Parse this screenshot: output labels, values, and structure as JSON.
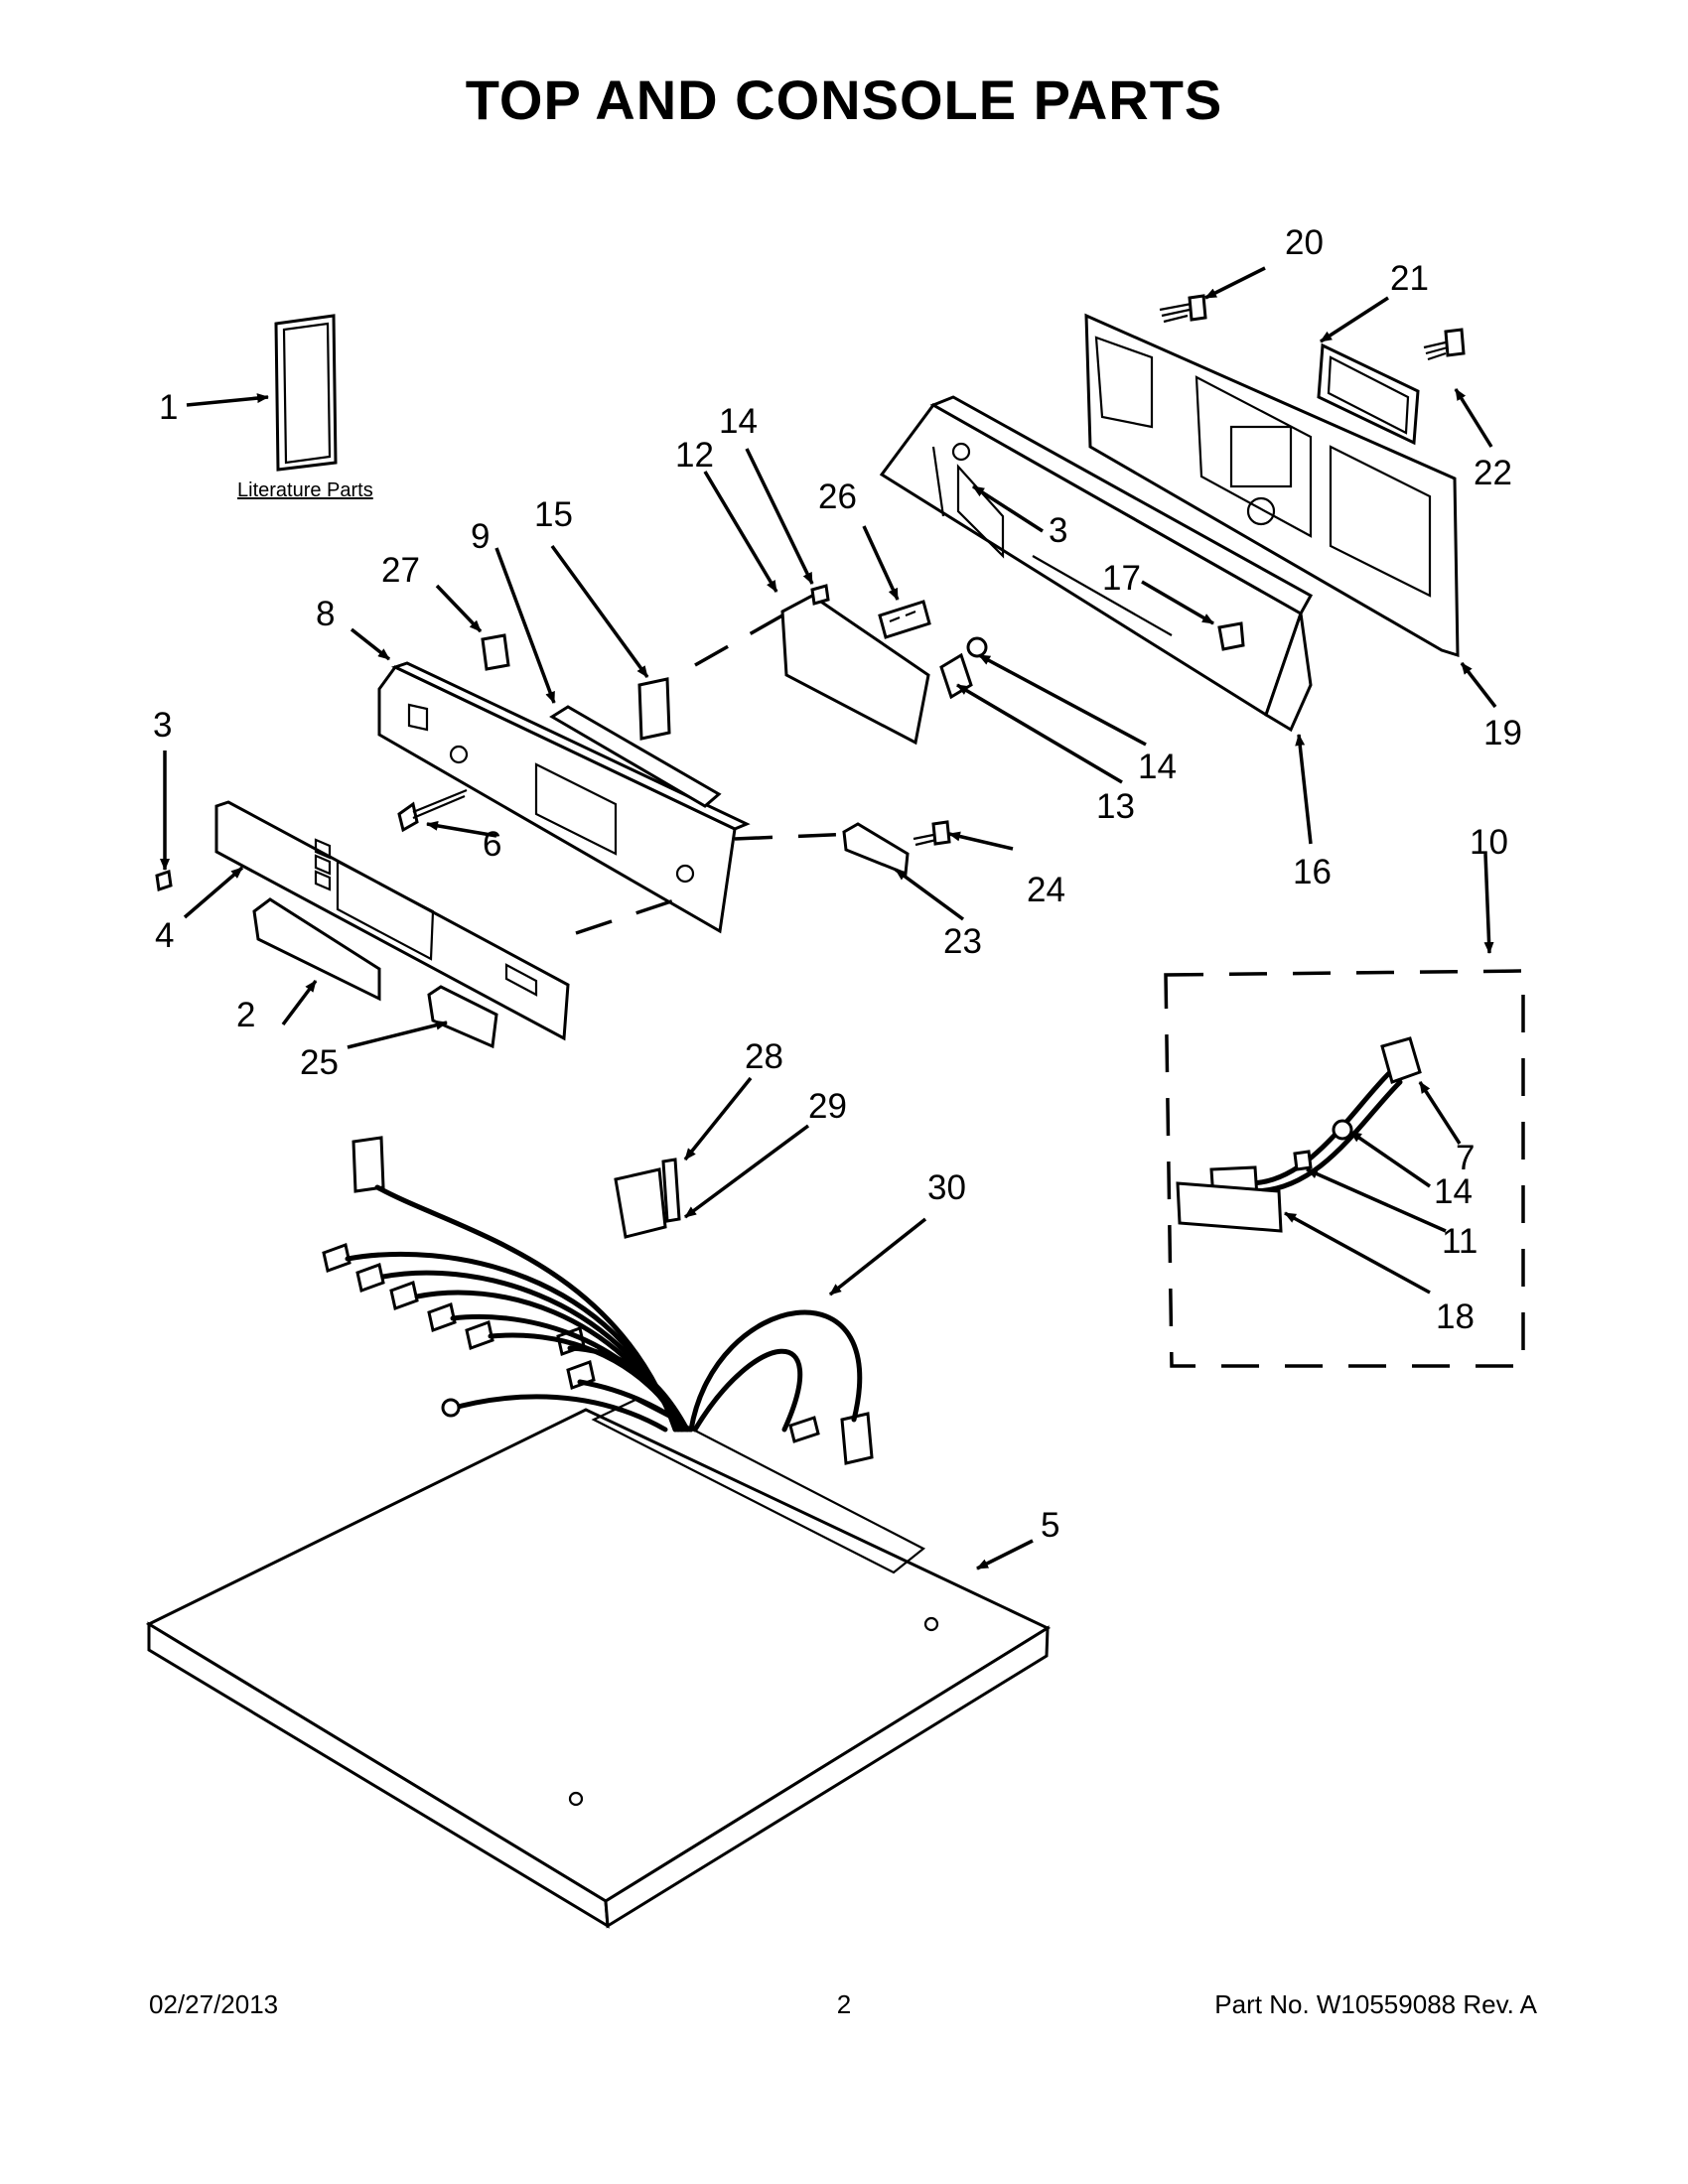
{
  "title": "TOP AND CONSOLE PARTS",
  "literature_label": "Literature Parts",
  "footer": {
    "date": "02/27/2013",
    "page": "2",
    "part_number": "Part No.  W10559088  Rev.  A"
  },
  "callouts": [
    "1",
    "2",
    "3",
    "3",
    "4",
    "5",
    "6",
    "7",
    "8",
    "9",
    "10",
    "11",
    "12",
    "13",
    "14",
    "14",
    "14",
    "15",
    "16",
    "17",
    "18",
    "19",
    "20",
    "21",
    "22",
    "23",
    "24",
    "25",
    "26",
    "27",
    "28",
    "29",
    "30"
  ]
}
